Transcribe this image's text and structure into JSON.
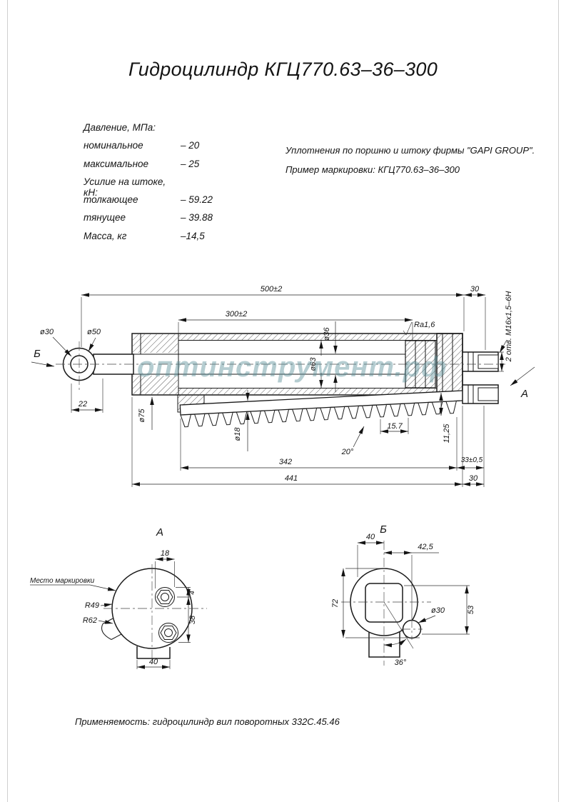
{
  "title": "Гидроцилиндр КГЦ770.63–36–300",
  "specs": {
    "rows": [
      {
        "label": "Давление, МПа:",
        "value": ""
      },
      {
        "label": "номинальное",
        "value": "– 20"
      },
      {
        "label": "максимальное",
        "value": "– 25"
      },
      {
        "label": "Усилие на штоке, кН:",
        "value": ""
      },
      {
        "label": "толкающее",
        "value": "– 59.22"
      },
      {
        "label": "тянущее",
        "value": "– 39.88"
      },
      {
        "label": "Масса, кг",
        "value": "–14,5"
      }
    ]
  },
  "notes": {
    "seals": "Уплотнения по поршню и штоку фирмы \"GAPI GROUP\".",
    "marking_example": "Пример маркировки: КГЦ770.63–36–300",
    "application": "Применяемость: гидроцилиндр вил поворотных 332С.45.46"
  },
  "watermark": "оптинструмент.рф",
  "main_view": {
    "dims": {
      "d500": "500±2",
      "d30_top": "30",
      "d300": "300±2",
      "d22": "22",
      "d342": "342",
      "d33": "33±0,5",
      "d441": "441",
      "d30_bottom": "30",
      "d15_7": "15.7",
      "a20": "20°",
      "d11_25": "11,25",
      "dia30": "ø30",
      "dia50": "ø50",
      "dia75": "ø75",
      "dia36": "ø36",
      "dia63": "ø63",
      "dia18": "ø18",
      "ra": "Ra1,6",
      "ports": "2 отв. M16x1,5–6H"
    },
    "view_b_label": "Б",
    "view_a_label": "А"
  },
  "section_a": {
    "title": "А",
    "marking_label": "Место маркировки",
    "dims": {
      "d18": "18",
      "d4": "4",
      "d38": "38",
      "d40": "40",
      "r49": "R49",
      "r62": "R62"
    }
  },
  "section_b": {
    "title": "Б",
    "dims": {
      "d40": "40",
      "d42_5": "42,5",
      "d72": "72",
      "d53": "53",
      "dia30": "ø30",
      "a36": "36°"
    }
  }
}
